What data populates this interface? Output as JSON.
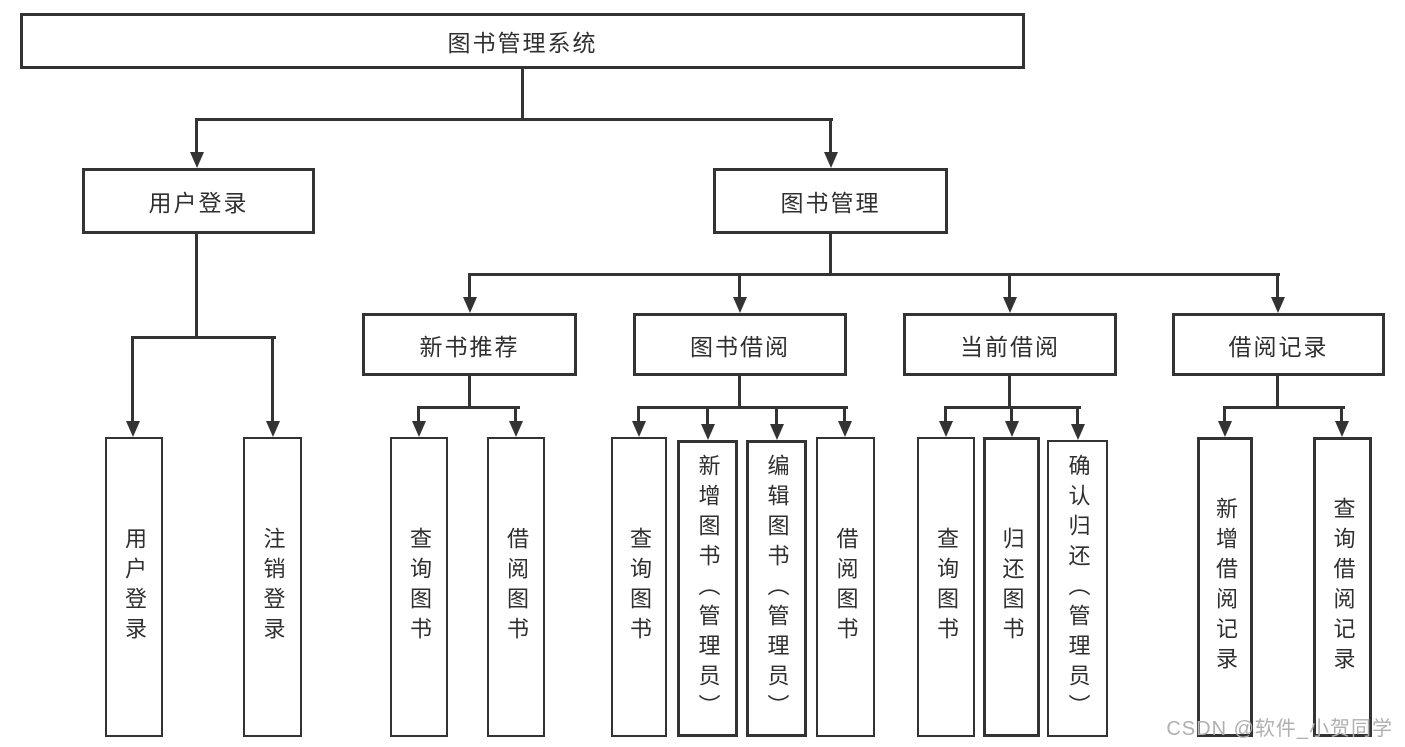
{
  "diagram_type": "functional-structure-tree",
  "style": {
    "line_color": "#333333",
    "box_border_color": "#333333",
    "text_color": "#2f2f2f",
    "background_color": "#ffffff",
    "watermark_color": "#b0b0b0"
  },
  "tree": {
    "label": "图书管理系统",
    "children": [
      {
        "label": "用户登录",
        "children": [
          {
            "label": "用户登录"
          },
          {
            "label": "注销登录"
          }
        ]
      },
      {
        "label": "图书管理",
        "children": [
          {
            "label": "新书推荐",
            "children": [
              {
                "label": "查询图书"
              },
              {
                "label": "借阅图书"
              }
            ]
          },
          {
            "label": "图书借阅",
            "children": [
              {
                "label": "查询图书"
              },
              {
                "label": "新增图书（管理员）"
              },
              {
                "label": "编辑图书（管理员）"
              },
              {
                "label": "借阅图书"
              }
            ]
          },
          {
            "label": "当前借阅",
            "children": [
              {
                "label": "查询图书"
              },
              {
                "label": "归还图书"
              },
              {
                "label": "确认归还（管理员）"
              }
            ]
          },
          {
            "label": "借阅记录",
            "children": [
              {
                "label": "新增借阅记录"
              },
              {
                "label": "查询借阅记录"
              }
            ]
          }
        ]
      }
    ]
  },
  "watermark": {
    "text": "CSDN @软件_小贺同学"
  }
}
